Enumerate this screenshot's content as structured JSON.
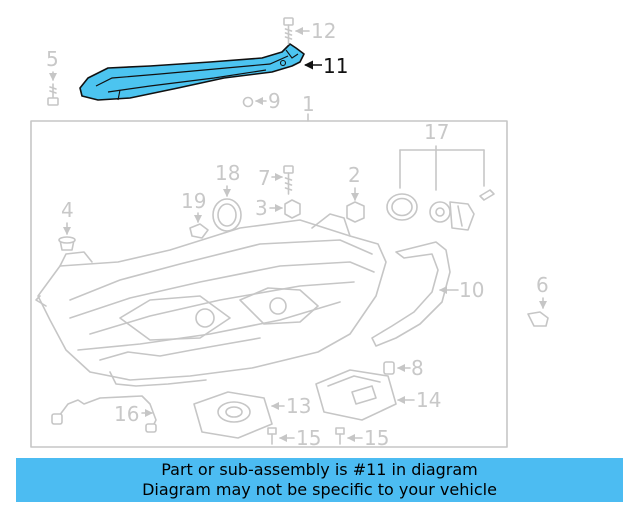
{
  "diagram": {
    "highlight_color": "#4cc4f0",
    "part_color": "#c6c6c6",
    "callouts": {
      "c1": "1",
      "c2": "2",
      "c3": "3",
      "c4": "4",
      "c5": "5",
      "c6": "6",
      "c7": "7",
      "c8": "8",
      "c9": "9",
      "c10": "10",
      "c11": "11",
      "c12": "12",
      "c13": "13",
      "c14": "14",
      "c15a": "15",
      "c15b": "15",
      "c16": "16",
      "c17": "17",
      "c18": "18",
      "c19": "19"
    }
  },
  "banner": {
    "line1": "Part or sub-assembly is #11 in diagram",
    "line2": "Diagram may not be specific to your vehicle",
    "color": "#4cbcf2"
  }
}
